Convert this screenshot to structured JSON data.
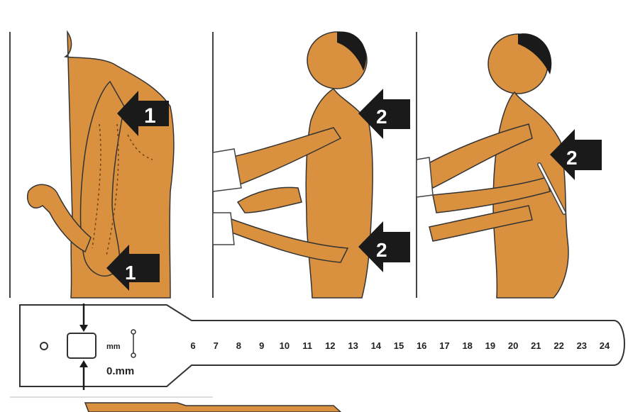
{
  "panels": [
    {
      "id": "panel-1",
      "arrows": [
        {
          "label": "1"
        },
        {
          "label": "1"
        }
      ]
    },
    {
      "id": "panel-2",
      "arrows": [
        {
          "label": "2"
        },
        {
          "label": "2"
        }
      ]
    },
    {
      "id": "panel-3",
      "arrows": [
        {
          "label": "2"
        }
      ]
    }
  ],
  "tape": {
    "unit_label": "mm",
    "zero_label": "0.mm",
    "scale": [
      "6",
      "7",
      "8",
      "9",
      "10",
      "11",
      "12",
      "13",
      "14",
      "15",
      "16",
      "17",
      "18",
      "19",
      "20",
      "21",
      "22",
      "23",
      "24"
    ]
  },
  "colors": {
    "skin": "#D9913F",
    "skin_dark": "#8A5A1E",
    "arrow": "#1a1a1a",
    "line": "#333333"
  }
}
